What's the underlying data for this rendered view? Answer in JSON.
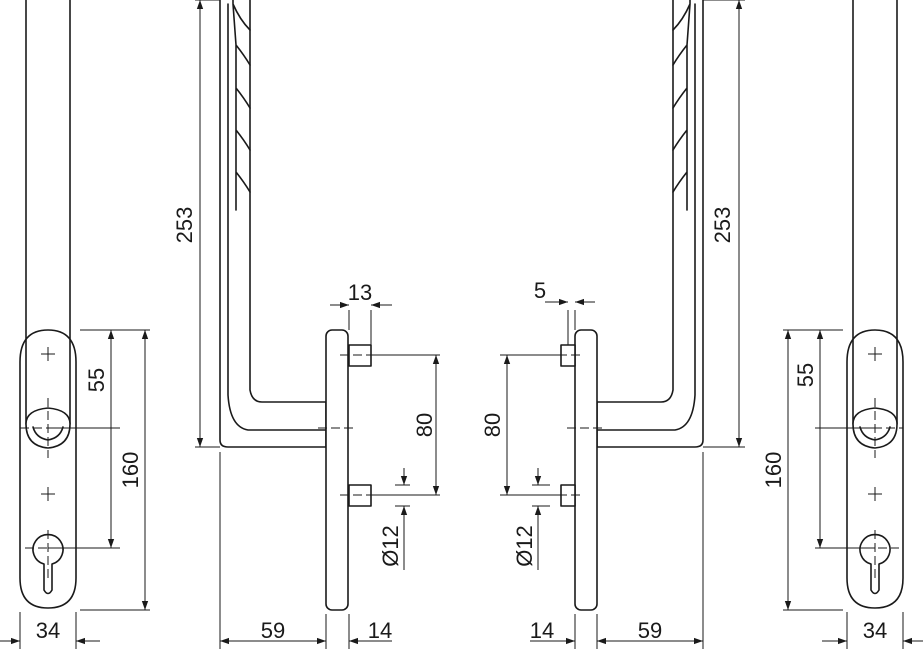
{
  "dimensions": {
    "left_side_view": {
      "handle_height": "253",
      "projection": "59",
      "rosette_depth": "14",
      "spindle_offset": "13",
      "screw_spacing": "80",
      "screw_diameter": "Ø12"
    },
    "right_side_view": {
      "handle_height": "253",
      "projection": "59",
      "rosette_depth": "14",
      "spindle_offset": "5",
      "screw_spacing": "80",
      "screw_diameter": "Ø12"
    },
    "left_front_view": {
      "spindle_to_cylinder": "55",
      "plate_length": "160",
      "plate_width": "34"
    },
    "right_front_view": {
      "spindle_to_cylinder": "55",
      "plate_length": "160",
      "plate_width": "34"
    }
  }
}
